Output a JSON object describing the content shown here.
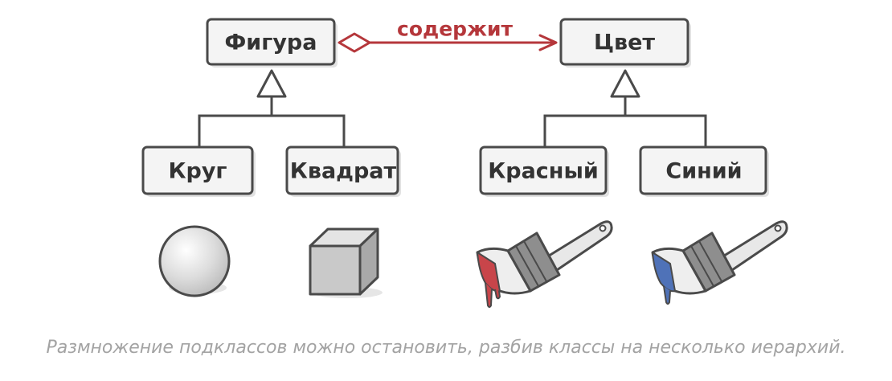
{
  "classes": {
    "shape": "Фигура",
    "color": "Цвет",
    "circle": "Круг",
    "square": "Квадрат",
    "red": "Красный",
    "blue": "Синий"
  },
  "relation": {
    "label": "содержит",
    "type": "aggregation"
  },
  "colors": {
    "relation": "#b5373b",
    "red_paint": "#c8454a",
    "blue_paint": "#4f72b8",
    "box_stroke": "#4a4a4a"
  },
  "caption": "Размножение подклассов можно остановить, разбив классы на несколько иерархий."
}
